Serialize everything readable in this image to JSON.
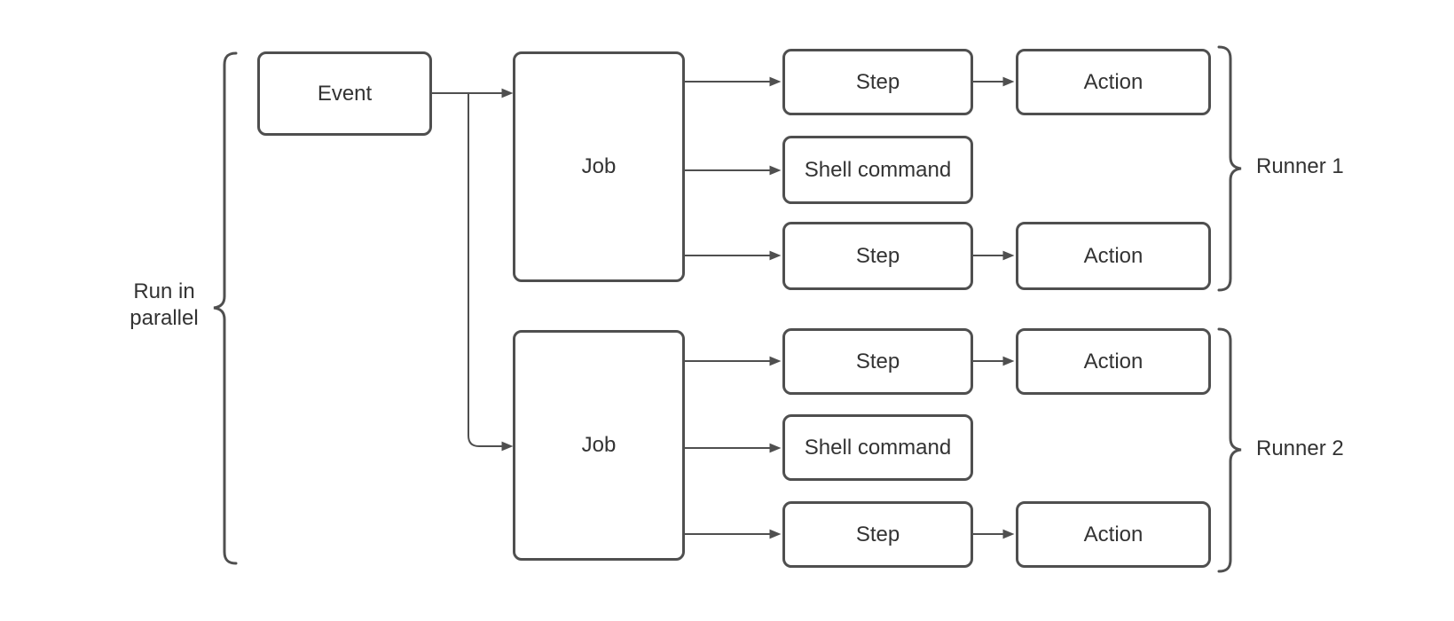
{
  "diagram": {
    "nodes": {
      "event": "Event",
      "job1": "Job",
      "job2": "Job",
      "step1": "Step",
      "shell1": "Shell command",
      "step2": "Step",
      "step3": "Step",
      "shell2": "Shell command",
      "step4": "Step",
      "action1": "Action",
      "action2": "Action",
      "action3": "Action",
      "action4": "Action"
    },
    "annotations": {
      "left_brace_label": "Run in parallel",
      "runner1_label": "Runner 1",
      "runner2_label": "Runner 2"
    },
    "colors": {
      "stroke": "#4f4f4f",
      "text": "#333333",
      "background": "#ffffff",
      "node_fill": "#ffffff"
    }
  }
}
